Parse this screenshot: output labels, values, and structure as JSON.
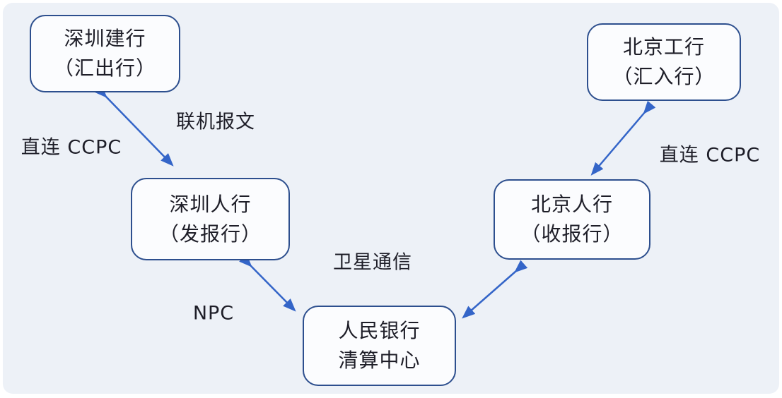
{
  "diagram": {
    "colors": {
      "background": "#edf1f7",
      "node_fill": "#fbfcfe",
      "node_border": "#2d4f8e",
      "arrow": "#3465c8",
      "text": "#1e1e28"
    },
    "nodes": [
      {
        "name": "shenzhen-ccb",
        "line1": "深圳建行",
        "line2": "（汇出行）"
      },
      {
        "name": "beijing-icbc",
        "line1": "北京工行",
        "line2": "（汇入行）"
      },
      {
        "name": "shenzhen-pbc",
        "line1": "深圳人行",
        "line2": "（发报行）"
      },
      {
        "name": "beijing-pbc",
        "line1": "北京人行",
        "line2": "（收报行）"
      },
      {
        "name": "pbc-clearing-center",
        "line1": "人民银行",
        "line2": "清算中心"
      }
    ],
    "edge_labels": {
      "online_message": "联机报文",
      "direct_ccpc_left": "直连 CCPC",
      "direct_ccpc_right": "直连 CCPC",
      "satellite": "卫星通信",
      "npc": "NPC"
    }
  }
}
